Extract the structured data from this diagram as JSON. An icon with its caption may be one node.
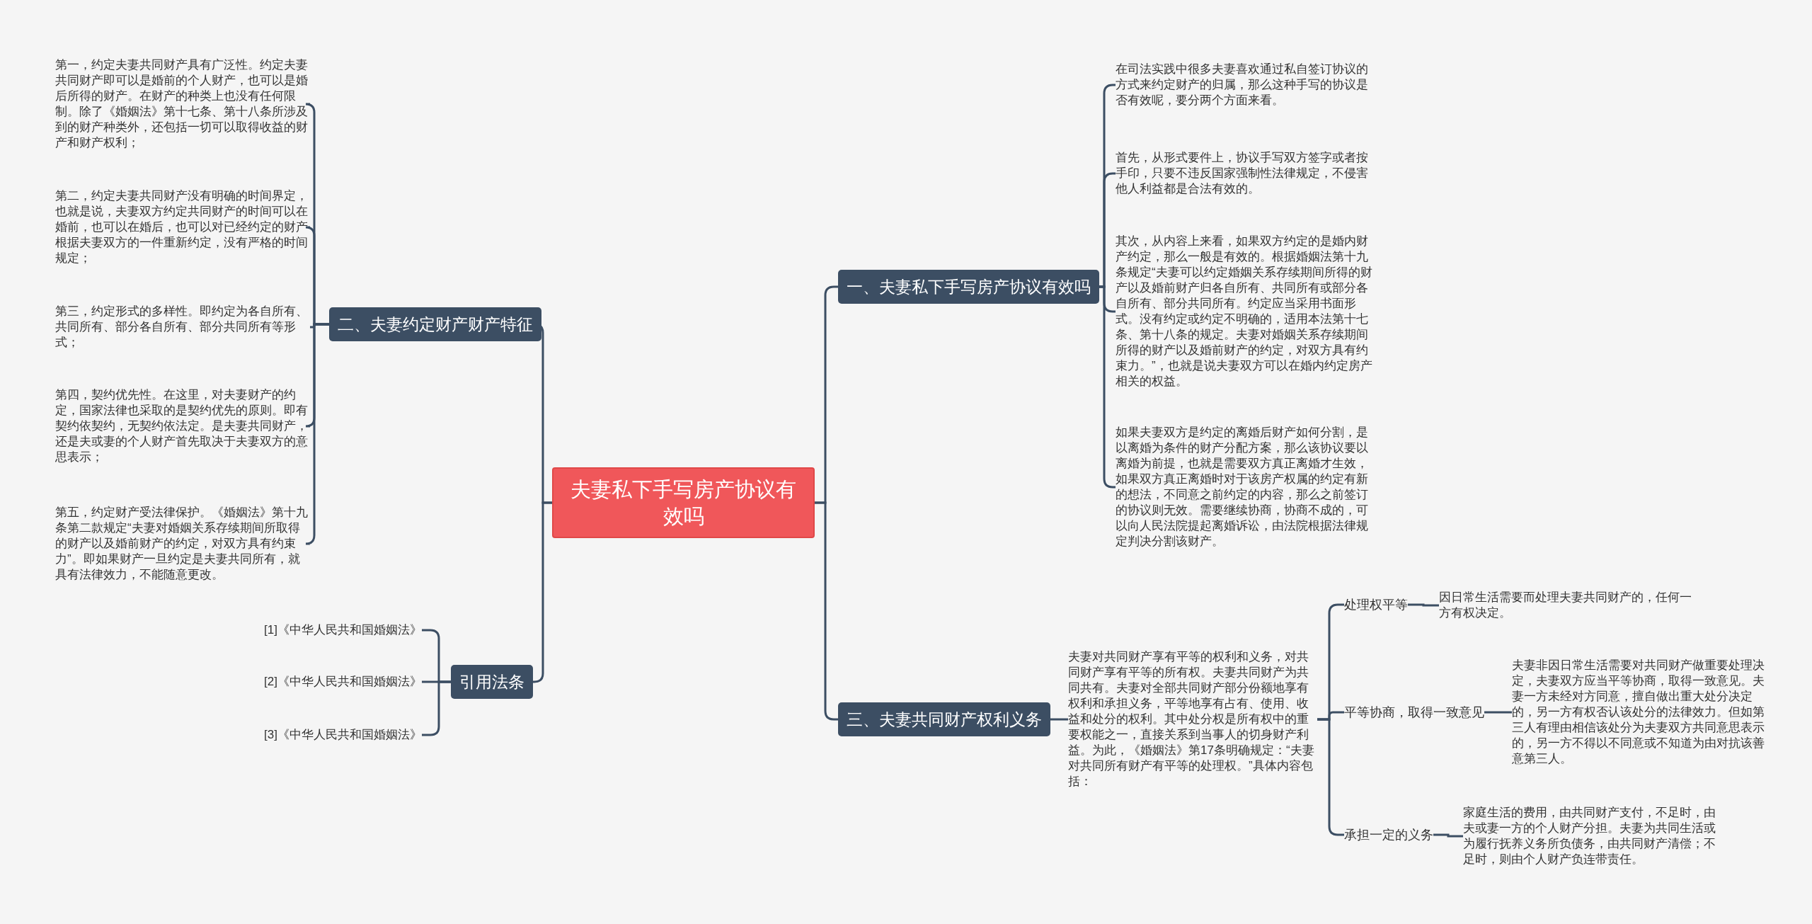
{
  "diagram": {
    "nodes": [
      {
        "text": [
          "夫妻私下手写房产协议有效吗"
        ]
      },
      {
        "text": [
          "一、夫妻私下手写房产协议有效吗"
        ]
      },
      {
        "text": [
          "在司法实践中很多夫妻喜欢通过私自签订协议的方式来约定财产的归属，那么这种手写的协议是否有效呢，要分两个方面来看。"
        ]
      },
      {
        "text": [
          "首先，从形式要件上，协议手写双方签字或者按手印，只要不违反国家强制性法律规定，不侵害他人利益都是合法有效的。"
        ]
      },
      {
        "text": [
          "其次，从内容上来看，如果双方约定的是婚内财产约定，那么一般是有效的。根据婚姻法第十九条规定“夫妻可以约定婚姻关系存续期间所得的财产以及婚前财产归各自所有、共同所有或部分各自所有、部分共同所有。约定应当采用书面形式。没有约定或约定不明确的，适用本法第十七条、第十八条的规定。夫妻对婚姻关系存续期间所得的财产以及婚前财产的约定，对双方具有约束力。”，也就是说夫妻双方可以在婚内约定房产相关的权益。"
        ]
      },
      {
        "text": [
          "如果夫妻双方是约定的离婚后财产如何分割，是以离婚为条件的财产分配方案，那么该协议要以离婚为前提，也就是需要双方真正离婚才生效，如果双方真正离婚时对于该房产权属的约定有新的想法，不同意之前约定的内容，那么之前签订的协议则无效。需要继续协商，协商不成的，可以向人民法院提起离婚诉讼，由法院根据法律规定判决分割该财产。"
        ]
      },
      {
        "text": [
          "三、夫妻共同财产权利义务"
        ]
      },
      {
        "text": [
          "夫妻对共同财产享有平等的权利和义务，对共同财产享有平等的所有权。夫妻共同财产为共同共有。夫妻对全部共同财产部分份额地享有权利和承担义务，平等地享有占有、使用、收益和处分的权利。其中处分权是所有权中的重要权能之一，直接关系到当事人的切身财产利益。为此，《婚姻法》第17条明确规定：“夫妻对共同所有财产有平等的处理权。”具体内容包括："
        ]
      },
      {
        "text": [
          "处理权平等"
        ]
      },
      {
        "text": [
          "因日常生活需要而处理夫妻共同财产的，任何一方有权决定。"
        ]
      },
      {
        "text": [
          "平等协商，取得一致意见"
        ]
      },
      {
        "text": [
          "夫妻非因日常生活需要对共同财产做重要处理决定，夫妻双方应当平等协商，取得一致意见。夫妻一方未经对方同意，擅自做出重大处分决定的，另一方有权否认该处分的法律效力。但如第三人有理由相信该处分为夫妻双方共同意思表示的，另一方不得以不同意或不知道为由对抗该善意第三人。"
        ]
      },
      {
        "text": [
          "承担一定的义务"
        ]
      },
      {
        "text": [
          "家庭生活的费用，由共同财产支付，不足时，由夫或妻一方的个人财产分担。夫妻为共同生活或为履行抚养义务所负债务，由共同财产清偿；不足时，则由个人财产负连带责任。"
        ]
      },
      {
        "text": [
          "二、夫妻约定财产财产特征"
        ]
      },
      {
        "text": [
          "第一，约定夫妻共同财产具有广泛性。约定夫妻共同财产即可以是婚前的个人财产，也可以是婚后所得的财产。在财产的种类上也没有任何限制。除了《婚姻法》第十七条、第十八条所涉及到的财产种类外，还包括一切可以取得收益的财产和财产权利；"
        ]
      },
      {
        "text": [
          "第二，约定夫妻共同财产没有明确的时间界定，也就是说，夫妻双方约定共同财产的时间可以在婚前，也可以在婚后，也可以对已经约定的财产根据夫妻双方的一件重新约定，没有严格的时间规定；"
        ]
      },
      {
        "text": [
          "第三，约定形式的多样性。即约定为各自所有、共同所有、部分各自所有、部分共同所有等形式；"
        ]
      },
      {
        "text": [
          "第四，契约优先性。在这里，对夫妻财产的约定，国家法律也采取的是契约优先的原则。即有契约依契约，无契约依法定。是夫妻共同财产，还是夫或妻的个人财产首先取决于夫妻双方的意思表示；"
        ]
      },
      {
        "text": [
          "第五，约定财产受法律保护。《婚姻法》第十九条第二款规定“夫妻对婚姻关系存续期间所取得的财产以及婚前财产的约定，对双方具有约束力”。即如果财产一旦约定是夫妻共同所有，就具有法律效力，不能随意更改。"
        ]
      },
      {
        "text": [
          "引用法条"
        ]
      },
      {
        "text": [
          "[1]《中华人民共和国婚姻法》"
        ]
      },
      {
        "text": [
          "[2]《中华人民共和国婚姻法》"
        ]
      },
      {
        "text": [
          "[3]《中华人民共和国婚姻法》"
        ]
      }
    ],
    "edges": [
      {
        "from": 0,
        "to": 1,
        "arrow": "none"
      },
      {
        "from": 1,
        "to": 2,
        "arrow": "none"
      },
      {
        "from": 1,
        "to": 3,
        "arrow": "none"
      },
      {
        "from": 1,
        "to": 4,
        "arrow": "none"
      },
      {
        "from": 1,
        "to": 5,
        "arrow": "none"
      },
      {
        "from": 0,
        "to": 6,
        "arrow": "none"
      },
      {
        "from": 6,
        "to": 7,
        "arrow": "none"
      },
      {
        "from": 7,
        "to": 8,
        "arrow": "none"
      },
      {
        "from": 8,
        "to": 9,
        "arrow": "none"
      },
      {
        "from": 7,
        "to": 10,
        "arrow": "none"
      },
      {
        "from": 10,
        "to": 11,
        "arrow": "none"
      },
      {
        "from": 7,
        "to": 12,
        "arrow": "none"
      },
      {
        "from": 12,
        "to": 13,
        "arrow": "none"
      },
      {
        "from": 0,
        "to": 14,
        "arrow": "none"
      },
      {
        "from": 14,
        "to": 15,
        "arrow": "none"
      },
      {
        "from": 14,
        "to": 16,
        "arrow": "none"
      },
      {
        "from": 14,
        "to": 17,
        "arrow": "none"
      },
      {
        "from": 14,
        "to": 18,
        "arrow": "none"
      },
      {
        "from": 14,
        "to": 19,
        "arrow": "none"
      },
      {
        "from": 0,
        "to": 20,
        "arrow": "none"
      },
      {
        "from": 20,
        "to": 21,
        "arrow": "none"
      },
      {
        "from": 20,
        "to": 22,
        "arrow": "none"
      },
      {
        "from": 20,
        "to": 23,
        "arrow": "none"
      }
    ]
  }
}
